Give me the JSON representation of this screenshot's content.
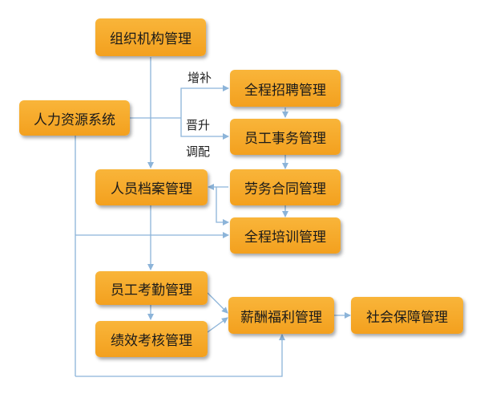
{
  "nodes": {
    "org_mgmt": "组织机构管理",
    "hr_system": "人力资源系统",
    "recruit_mgmt": "全程招聘管理",
    "staff_affairs": "员工事务管理",
    "archive_mgmt": "人员档案管理",
    "contract_mgmt": "劳务合同管理",
    "training_mgmt": "全程培训管理",
    "attendance_mgmt": "员工考勤管理",
    "salary_mgmt": "薪酬福利管理",
    "social_security": "社会保障管理",
    "performance_mgmt": "绩效考核管理"
  },
  "edge_labels": {
    "supplement": "增补",
    "promotion": "晋升",
    "transfer": "调配"
  },
  "colors": {
    "node_fill": "#f5a623",
    "connector": "#8cb4d9"
  }
}
